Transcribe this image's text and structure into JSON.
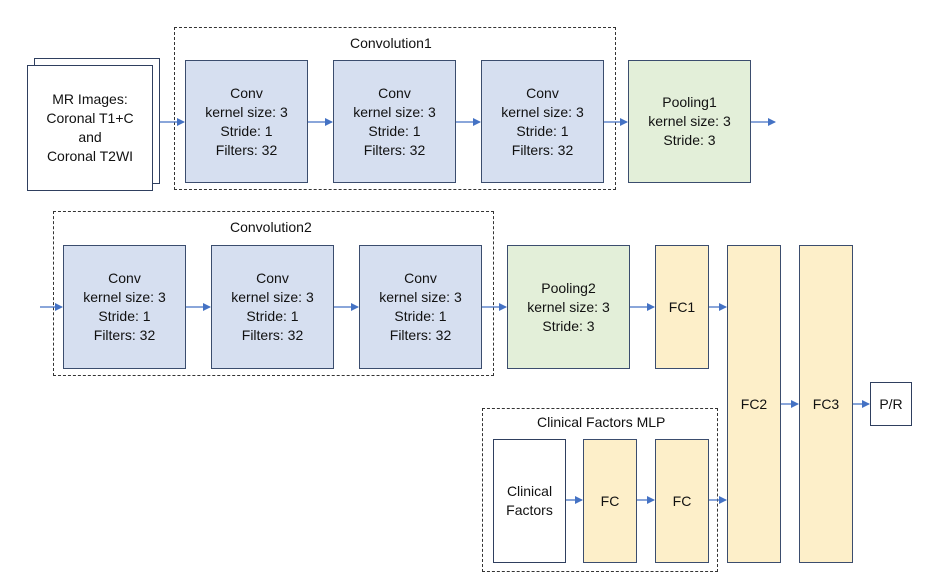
{
  "input": {
    "lines": [
      "MR Images:",
      "Coronal T1+C",
      "and",
      "Coronal T2WI"
    ]
  },
  "convolution1": {
    "label": "Convolution1",
    "blocks": [
      {
        "lines": [
          "Conv",
          "kernel size: 3",
          "Stride: 1",
          "Filters: 32"
        ]
      },
      {
        "lines": [
          "Conv",
          "kernel size: 3",
          "Stride: 1",
          "Filters: 32"
        ]
      },
      {
        "lines": [
          "Conv",
          "kernel size: 3",
          "Stride: 1",
          "Filters: 32"
        ]
      }
    ]
  },
  "pooling1": {
    "lines": [
      "Pooling1",
      "kernel size: 3",
      "Stride: 3"
    ]
  },
  "convolution2": {
    "label": "Convolution2",
    "blocks": [
      {
        "lines": [
          "Conv",
          "kernel size: 3",
          "Stride: 1",
          "Filters: 32"
        ]
      },
      {
        "lines": [
          "Conv",
          "kernel size: 3",
          "Stride: 1",
          "Filters: 32"
        ]
      },
      {
        "lines": [
          "Conv",
          "kernel size: 3",
          "Stride: 1",
          "Filters: 32"
        ]
      }
    ]
  },
  "pooling2": {
    "lines": [
      "Pooling2",
      "kernel size: 3",
      "Stride: 3"
    ]
  },
  "fc1": {
    "label": "FC1"
  },
  "fc2": {
    "label": "FC2"
  },
  "fc3": {
    "label": "FC3"
  },
  "output": {
    "label": "P/R"
  },
  "clinical_mlp": {
    "label": "Clinical Factors MLP",
    "input_lines": [
      "Clinical",
      "Factors"
    ],
    "fc_a": "FC",
    "fc_b": "FC"
  },
  "colors": {
    "conv_fill": "#d6dff0",
    "pool_fill": "#e3efd9",
    "fc_fill": "#fdefc9",
    "arrow": "#4472c4"
  }
}
